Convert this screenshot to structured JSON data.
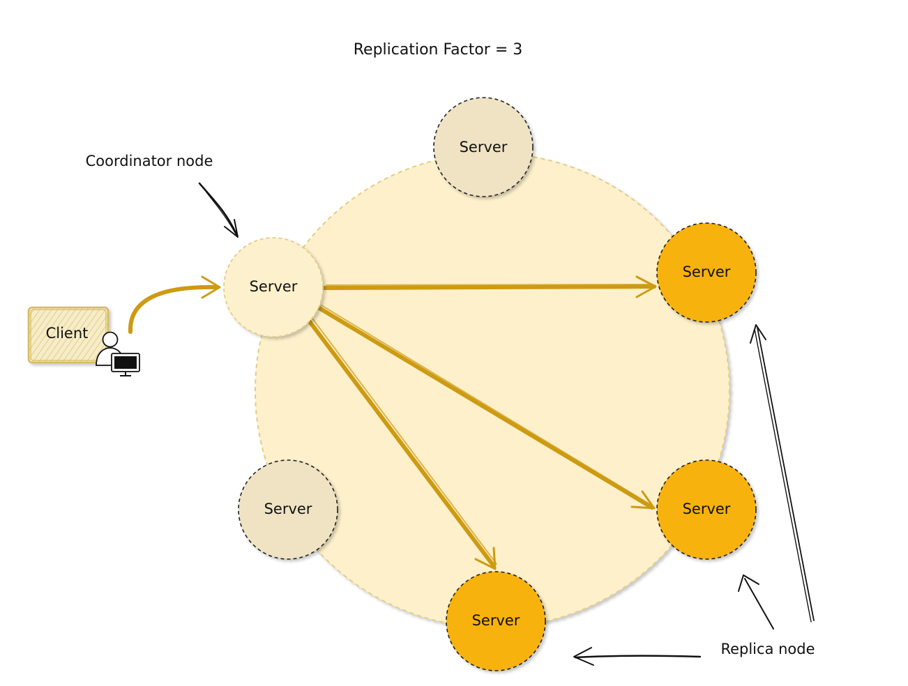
{
  "title": "Replication Factor = 3",
  "labels": {
    "coordinator": "Coordinator node",
    "replica": "Replica node",
    "client": "Client"
  },
  "servers": [
    {
      "id": "top",
      "label": "Server",
      "role": "node"
    },
    {
      "id": "coordinator",
      "label": "Server",
      "role": "coordinator"
    },
    {
      "id": "replica-1",
      "label": "Server",
      "role": "replica"
    },
    {
      "id": "replica-2",
      "label": "Server",
      "role": "replica"
    },
    {
      "id": "replica-3",
      "label": "Server",
      "role": "replica"
    },
    {
      "id": "bottom-left",
      "label": "Server",
      "role": "node"
    }
  ],
  "colors": {
    "ring_fill": "#fdf0cb",
    "ring_stroke": "#e3cd84",
    "node_fill": "#efe3c3",
    "coordinator_fill": "#fdf0cc",
    "replica_fill": "#f8b20a",
    "arrow": "#cd9b12",
    "client_fill": "#f2e6b9",
    "client_stroke": "#d5bb5f",
    "ink": "#111111"
  },
  "icons": {
    "client": "user-at-computer-icon"
  }
}
